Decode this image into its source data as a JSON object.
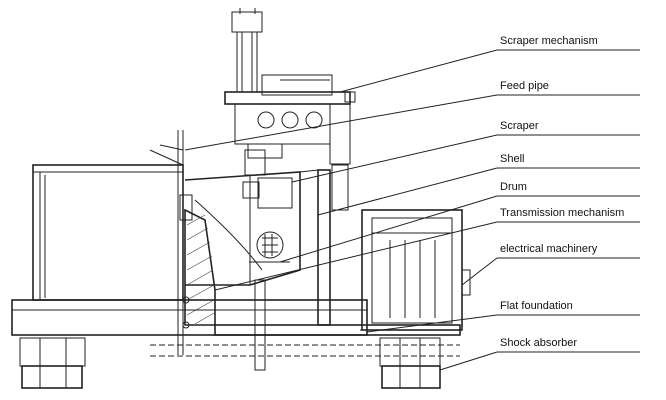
{
  "labels": {
    "scraper_mechanism": "Scraper mechanism",
    "feed_pipe": "Feed pipe",
    "scraper": "Scraper",
    "shell": "Shell",
    "drum": "Drum",
    "transmission_mechanism": "Transmission mechanism",
    "electrical_machinery": "electrical machinery",
    "flat_foundation": "Flat foundation",
    "shock_absorber": "Shock absorber"
  },
  "colors": {
    "line": "#222222",
    "background": "#ffffff"
  }
}
